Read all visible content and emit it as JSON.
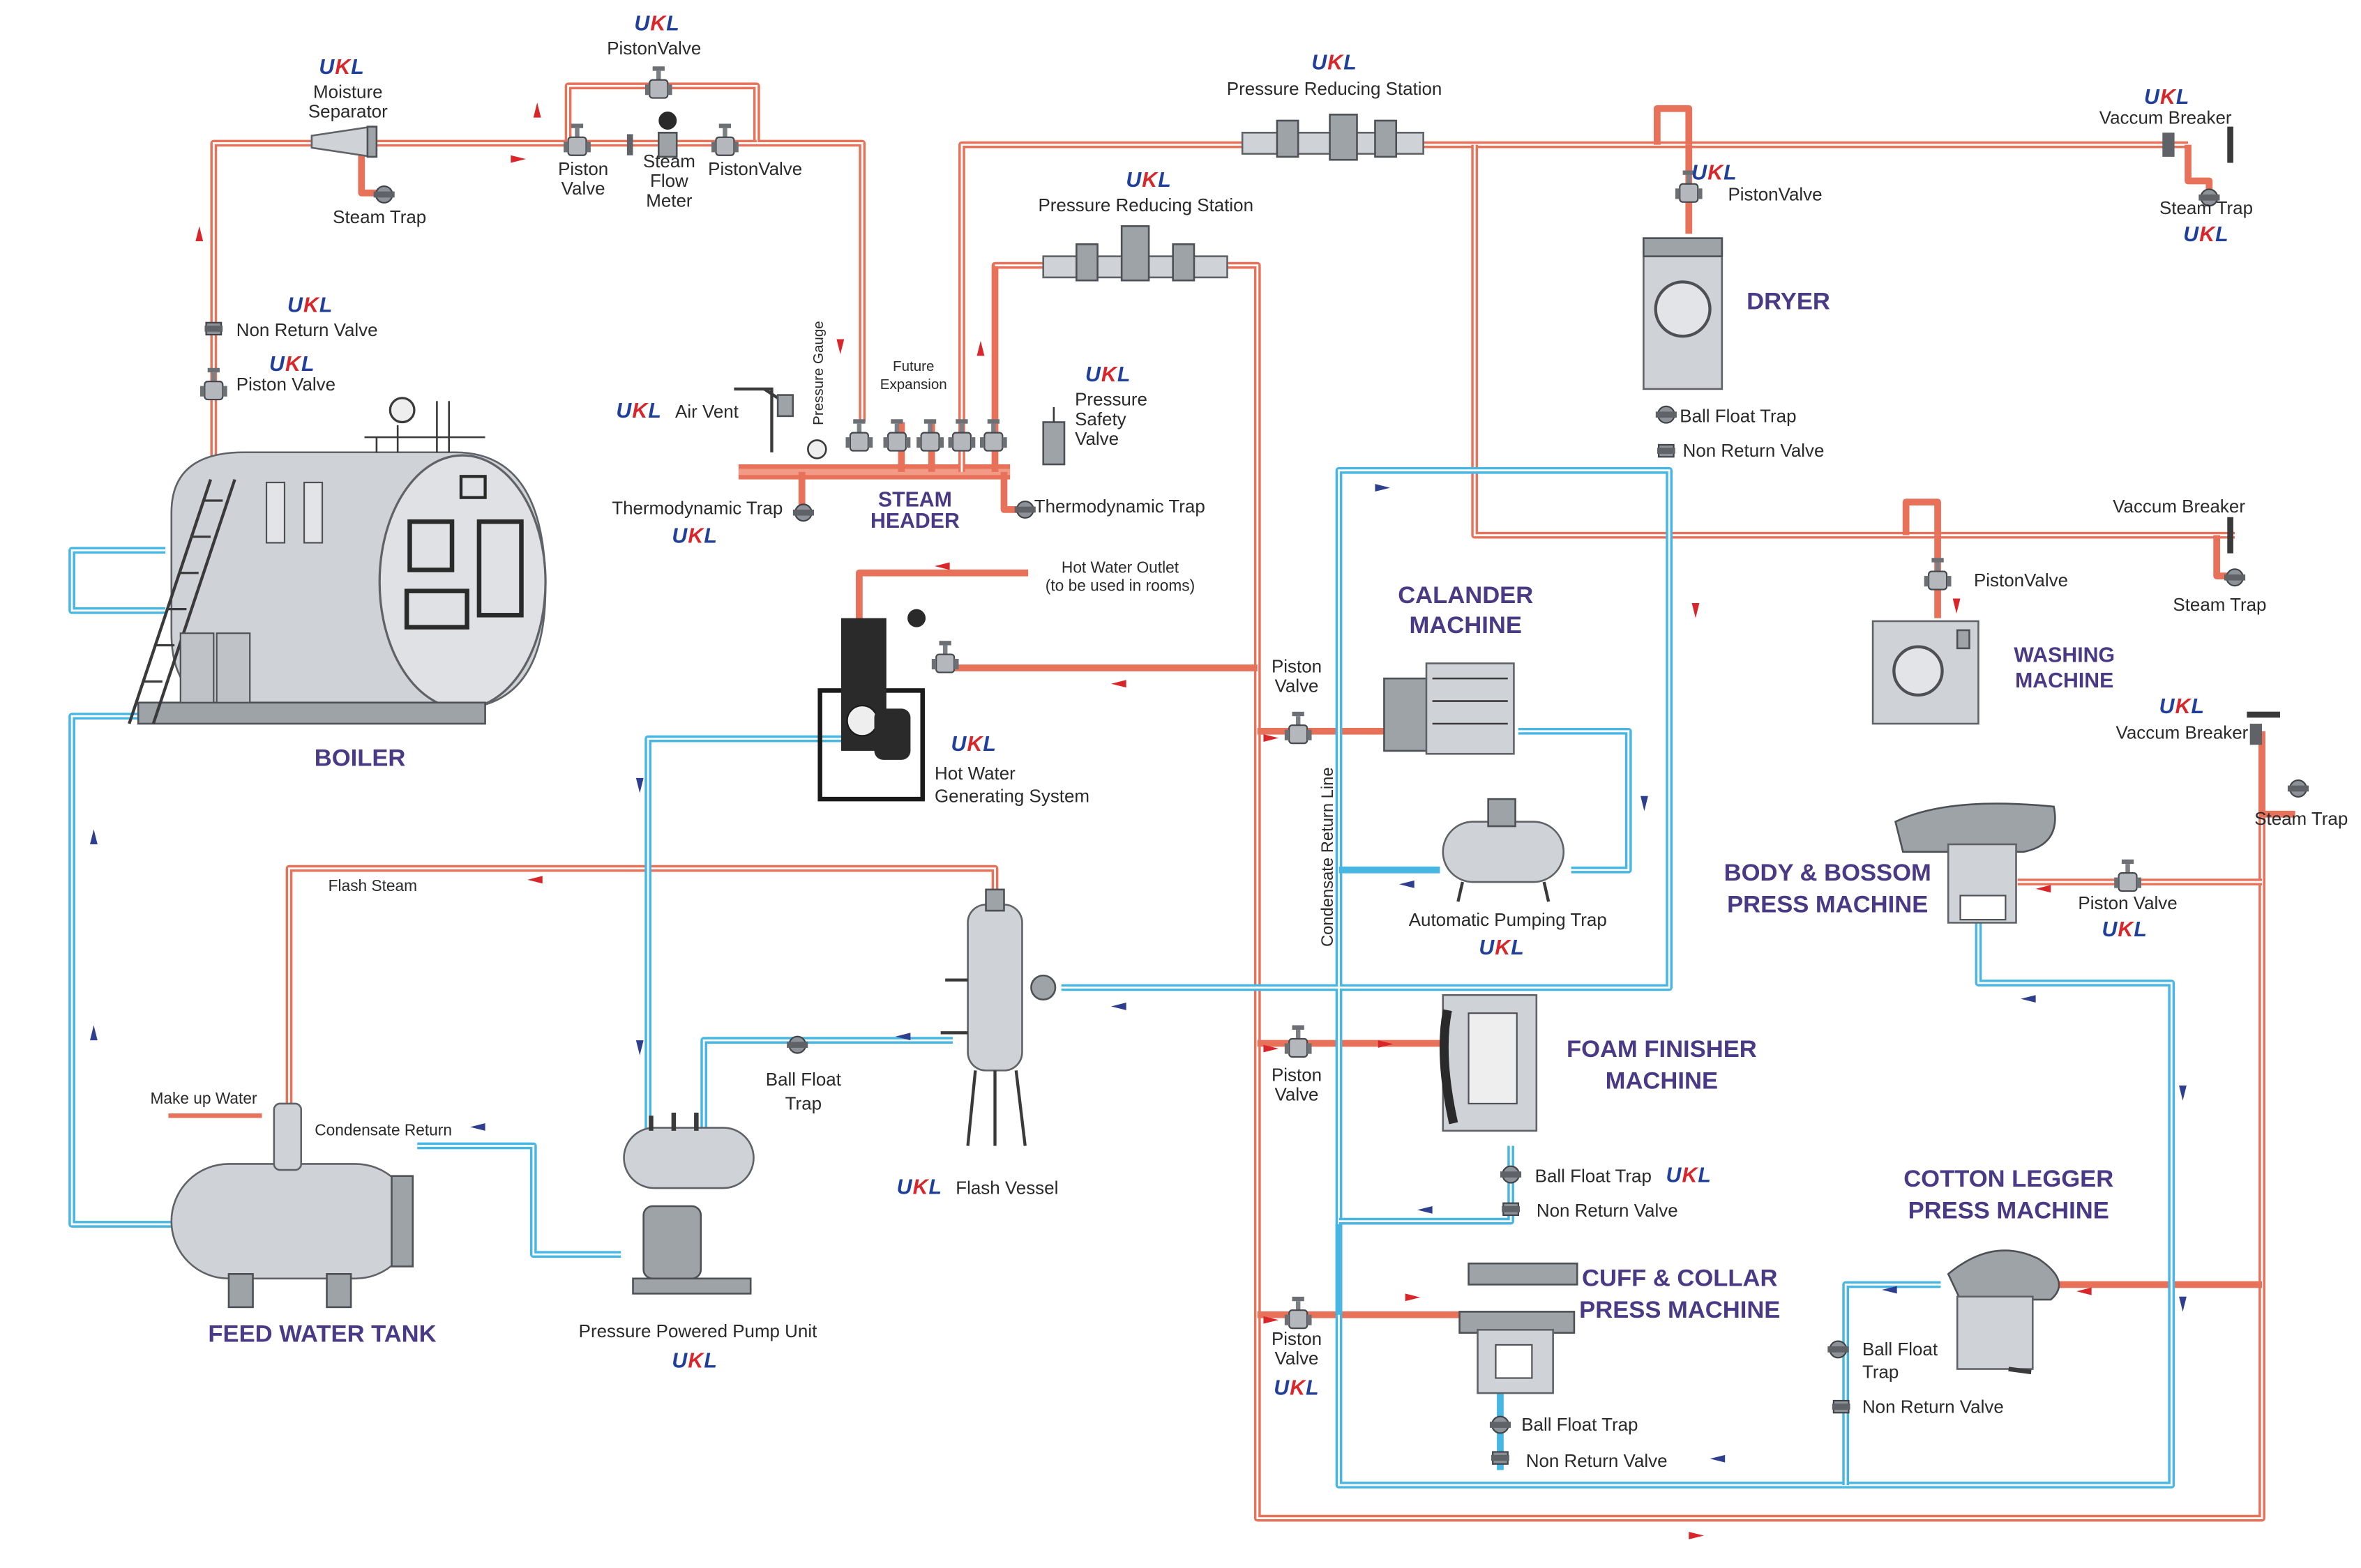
{
  "brand": "UKL",
  "colors": {
    "steam_pipe": "#e8715a",
    "condensate_pipe": "#47b6e2",
    "equipment_title": "#4a3a86",
    "brand_blue": "#1f3f9a",
    "brand_red": "#d8262b"
  },
  "equipment": {
    "boiler": "BOILER",
    "feed_water_tank": "FEED WATER TANK",
    "steam_header": [
      "STEAM",
      "HEADER"
    ],
    "dryer": "DRYER",
    "calander": [
      "CALANDER",
      "MACHINE"
    ],
    "washing": [
      "WASHING",
      "MACHINE"
    ],
    "body_bossom": [
      "BODY & BOSSOM",
      "PRESS MACHINE"
    ],
    "foam_finisher": [
      "FOAM FINISHER",
      "MACHINE"
    ],
    "cotton_legger": [
      "COTTON LEGGER",
      "PRESS MACHINE"
    ],
    "cuff_collar": [
      "CUFF & COLLAR",
      "PRESS MACHINE"
    ]
  },
  "labels": {
    "moisture_separator": [
      "Moisture",
      "Separator"
    ],
    "steam_trap": "Steam Trap",
    "piston_valve_top": "PistonValve",
    "piston_valve_split": [
      "Piston",
      "Valve"
    ],
    "steam_flow_meter": [
      "Steam",
      "Flow",
      "Meter"
    ],
    "piston_valve_right": "PistonValve",
    "non_return_valve": "Non Return Valve",
    "piston_valve_boiler": "Piston Valve",
    "air_vent": "Air Vent",
    "pressure_gauge": "Pressure Gauge",
    "future_expansion": [
      "Future",
      "Expansion"
    ],
    "pressure_safety_valve": [
      "Pressure",
      "Safety",
      "Valve"
    ],
    "thermodynamic_trap": "Thermodynamic Trap",
    "pressure_reducing_station": "Pressure Reducing Station",
    "vacuum_breaker": "Vaccum Breaker",
    "hot_water_outlet": [
      "Hot Water Outlet",
      "(to be used in rooms)"
    ],
    "hot_water_system": [
      "Hot Water",
      "Generating System"
    ],
    "flash_steam": "Flash Steam",
    "make_up_water": "Make up Water",
    "condensate_return": "Condensate Return",
    "condensate_return_line": "Condensate Return Line",
    "ball_float_trap": "Ball Float Trap",
    "ball_float_trap_split": [
      "Ball Float",
      "Trap"
    ],
    "flash_vessel": "Flash Vessel",
    "pressure_powered_pump": "Pressure Powered Pump Unit",
    "automatic_pumping_trap": "Automatic Pumping Trap",
    "piston_valve_spaced": "Piston Valve"
  }
}
